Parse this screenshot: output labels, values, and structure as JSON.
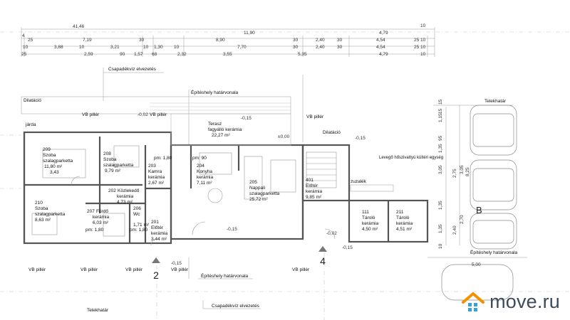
{
  "dimensions": {
    "row1": [
      "41,46",
      "11,90",
      "4,79",
      "10"
    ],
    "row2": [
      "4",
      "25",
      "7,19",
      "30",
      "8,90",
      "30",
      "2,40",
      "30",
      "4,54",
      "25",
      "10"
    ],
    "row3": [
      "10",
      "3,88",
      "10",
      "3,21",
      "10",
      "1,30",
      "10",
      "7,70",
      "30",
      "2,40",
      "30",
      "4,54",
      "25",
      "10"
    ],
    "row4": [
      "25",
      "2,59",
      "90",
      "1,57",
      "68",
      "2,32",
      "3,55",
      "5,35",
      "4,79",
      "10"
    ],
    "right_col": [
      "15",
      "15",
      "1,15",
      "95",
      "1,35",
      "3,05",
      "2,75",
      "3,05",
      "8,25",
      "1,35",
      "2,70",
      "1,35",
      "2,40",
      "10"
    ],
    "bottom": [
      "5,00"
    ]
  },
  "labels": {
    "gutter_top": "Csapadékvíz elvezetés",
    "gutter_bottom": "Csapadékvíz elvezetés",
    "boundary_top": "Építéshely határvonala",
    "boundary_bottom": "Építéshely határvonala",
    "boundary_right": "Építéshely határvonala",
    "plot_limit_right": "Telekhatár",
    "plot_limit_left": "Telekhatár",
    "dilatation1": "Dilatáció",
    "dilatation2": "Dilatáció",
    "sidewalk": "járda",
    "gravel": "zuzalék",
    "heatpump": "Levegő hőszivattyú kültéri egység",
    "parking_letter": "B",
    "section_a": "2",
    "section_b": "4",
    "pillars": [
      "VB pillér",
      "VB pillér",
      "VB pillér",
      "VB pillér",
      "VB pillér",
      "VB pillér",
      "VB pillér",
      "VB pillér"
    ]
  },
  "levels": [
    "-0,02",
    "-0,15",
    "±0,00",
    "-0,15",
    "-0,15",
    "-0,02",
    "-0,15",
    "-0,15"
  ],
  "rooms": [
    {
      "num": "209",
      "name": "Szoba",
      "floor": "szalagparketta",
      "area": "11,80 m²",
      "extra": "3,43"
    },
    {
      "num": "208",
      "name": "Szoba",
      "floor": "szalagparketta",
      "area": "9,79 m²"
    },
    {
      "num": "203",
      "name": "Kamra",
      "floor": "kerámia",
      "area": "2,67 m²",
      "extra": "pm: 1,80"
    },
    {
      "num": "204",
      "name": "Konyha",
      "floor": "kerámia",
      "area": "7,11 m²",
      "extra": "pm: 90"
    },
    {
      "num": "205",
      "name": "Nappali",
      "floor": "szalagparketta",
      "area": "25,72 m²"
    },
    {
      "num": "401",
      "name": "Előtér",
      "floor": "kerámia",
      "area": "9,85 m²"
    },
    {
      "num": "210",
      "name": "Szoba",
      "floor": "szalagparketta",
      "area": "8,63 m²"
    },
    {
      "num": "202",
      "name": "Közlekedő",
      "floor": "kerámia",
      "area": "4,73 m²"
    },
    {
      "num": "207",
      "name": "Fürdő",
      "floor": "kerámia",
      "area": "6,03 m²",
      "extra": "pm: 1,80"
    },
    {
      "num": "206",
      "name": "Wc",
      "floor": "",
      "area": "1,71 m²",
      "extra": "pm: 1,80"
    },
    {
      "num": "201",
      "name": "Előtér",
      "floor": "kerámia",
      "area": "3,44 m²"
    },
    {
      "num": "111",
      "name": "Tároló",
      "floor": "kerámia",
      "area": "4,50 m²"
    },
    {
      "num": "211",
      "name": "Tároló",
      "floor": "kerámia",
      "area": "4,51 m²"
    }
  ],
  "terrace": {
    "name": "Terasz",
    "floor": "fagyálló kerámia",
    "area": "22,27 m²"
  },
  "watermark": {
    "text": "move.ru",
    "colors": {
      "roof": "#f39200",
      "dots": "#3aa0d8"
    }
  }
}
